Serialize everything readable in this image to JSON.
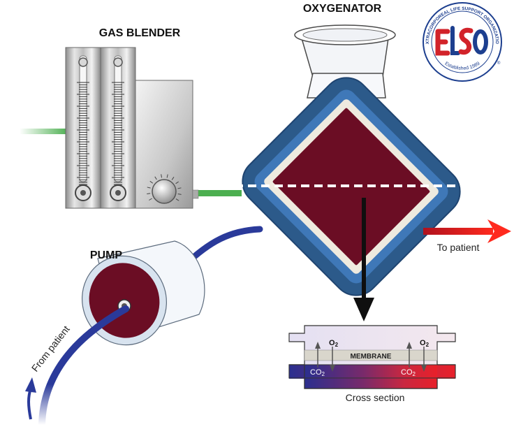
{
  "labels": {
    "gas_blender": "GAS BLENDER",
    "oxygenator": "OXYGENATOR",
    "pump": "PUMP",
    "to_patient": "To patient",
    "from_patient": "From patient",
    "cross_section": "Cross section",
    "membrane": "MEMBRANE",
    "o2_left": "O",
    "o2_left_sub": "2",
    "co2_left": "CO",
    "co2_left_sub": "2",
    "o2_right": "O",
    "o2_right_sub": "2",
    "co2_right": "CO",
    "co2_right_sub": "2"
  },
  "logo": {
    "text_top": "EXTRACORPOREAL LIFE SUPPORT ORGANIZATION",
    "text_bottom": "Established 1989",
    "letters": "ELSO"
  },
  "colors": {
    "blood": "#6b0d24",
    "oxygenator_shell": "#2c5a8a",
    "oxygenator_rim": "#3f78b8",
    "gas_line": "#4caf50",
    "venous_tube": "#2a3a9a",
    "arterial_arrow": "#e41e1e",
    "logo_red": "#d2232a",
    "logo_blue": "#1d3f8f"
  }
}
